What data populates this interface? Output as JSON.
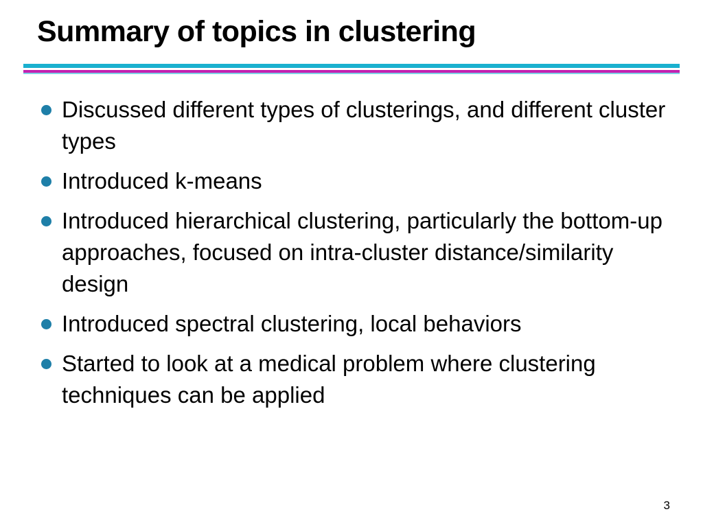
{
  "slide": {
    "title": "Summary of topics in clustering",
    "page_number": "3",
    "accent_colors": {
      "rule_top": "#1ab0cf",
      "rule_bottom": "#c321b0",
      "bullet": "#1e7fa8"
    },
    "bullets": [
      "Discussed different types of clusterings, and different cluster types",
      "Introduced k-means",
      "Introduced hierarchical clustering, particularly the bottom-up approaches, focused on intra-cluster distance/similarity design",
      "Introduced spectral clustering, local behaviors",
      "Started to look at a medical problem where clustering techniques can be applied"
    ]
  }
}
